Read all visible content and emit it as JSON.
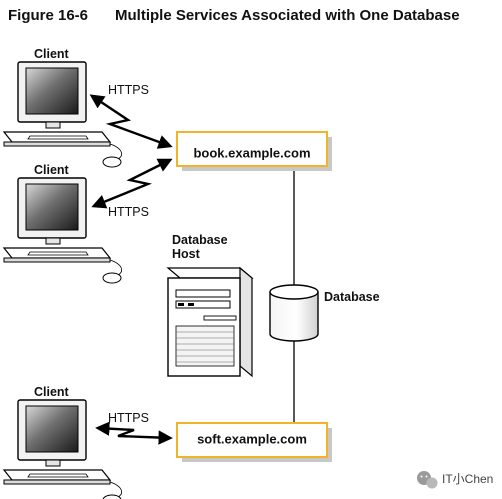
{
  "figure": {
    "number": "Figure 16-6",
    "caption": "Multiple Services Associated with One Database"
  },
  "clients": [
    {
      "label": "Client",
      "protocol": "HTTPS",
      "service": "book.example.com"
    },
    {
      "label": "Client",
      "protocol": "HTTPS",
      "service": "book.example.com"
    },
    {
      "label": "Client",
      "protocol": "HTTPS",
      "service": "soft.example.com"
    }
  ],
  "services": {
    "book": "book.example.com",
    "soft": "soft.example.com"
  },
  "database_host": {
    "line1": "Database",
    "line2": "Host"
  },
  "database": {
    "label": "Database"
  },
  "watermark": {
    "text": "IT小Chen"
  },
  "colors": {
    "service_box_border": "#f0b429",
    "service_box_shadow": "#c8c8c8",
    "line": "#000000"
  },
  "icons": {
    "client": "desktop-computer-icon",
    "connection": "lightning-arrow-icon",
    "host": "server-tower-icon",
    "database": "database-cylinder-icon",
    "watermark": "wechat-icon"
  }
}
